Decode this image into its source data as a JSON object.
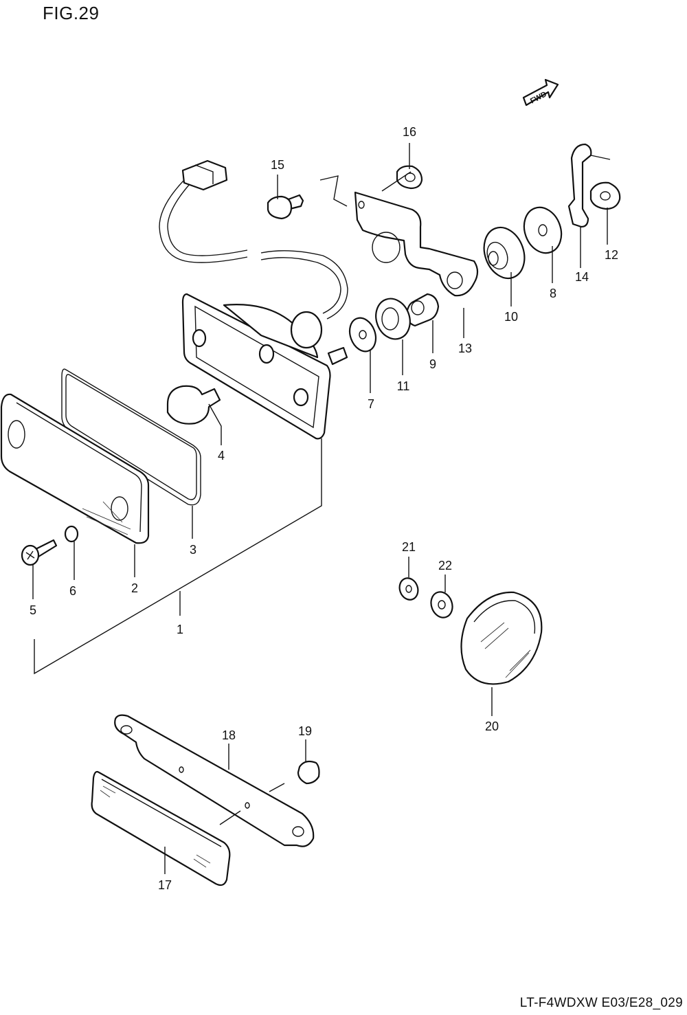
{
  "figure": {
    "title": "FIG.29"
  },
  "footer": {
    "code": "LT-F4WDXW E03/E28_029"
  },
  "direction_badge": {
    "label": "FWD"
  },
  "callouts": [
    {
      "id": "1",
      "label": "1"
    },
    {
      "id": "2",
      "label": "2"
    },
    {
      "id": "3",
      "label": "3"
    },
    {
      "id": "4",
      "label": "4"
    },
    {
      "id": "5",
      "label": "5"
    },
    {
      "id": "6",
      "label": "6"
    },
    {
      "id": "7",
      "label": "7"
    },
    {
      "id": "8",
      "label": "8"
    },
    {
      "id": "9",
      "label": "9"
    },
    {
      "id": "10",
      "label": "10"
    },
    {
      "id": "11",
      "label": "11"
    },
    {
      "id": "12",
      "label": "12"
    },
    {
      "id": "13",
      "label": "13"
    },
    {
      "id": "14",
      "label": "14"
    },
    {
      "id": "15",
      "label": "15"
    },
    {
      "id": "16",
      "label": "16"
    },
    {
      "id": "17",
      "label": "17"
    },
    {
      "id": "18",
      "label": "18"
    },
    {
      "id": "19",
      "label": "19"
    },
    {
      "id": "20",
      "label": "20"
    },
    {
      "id": "21",
      "label": "21"
    },
    {
      "id": "22",
      "label": "22"
    }
  ]
}
